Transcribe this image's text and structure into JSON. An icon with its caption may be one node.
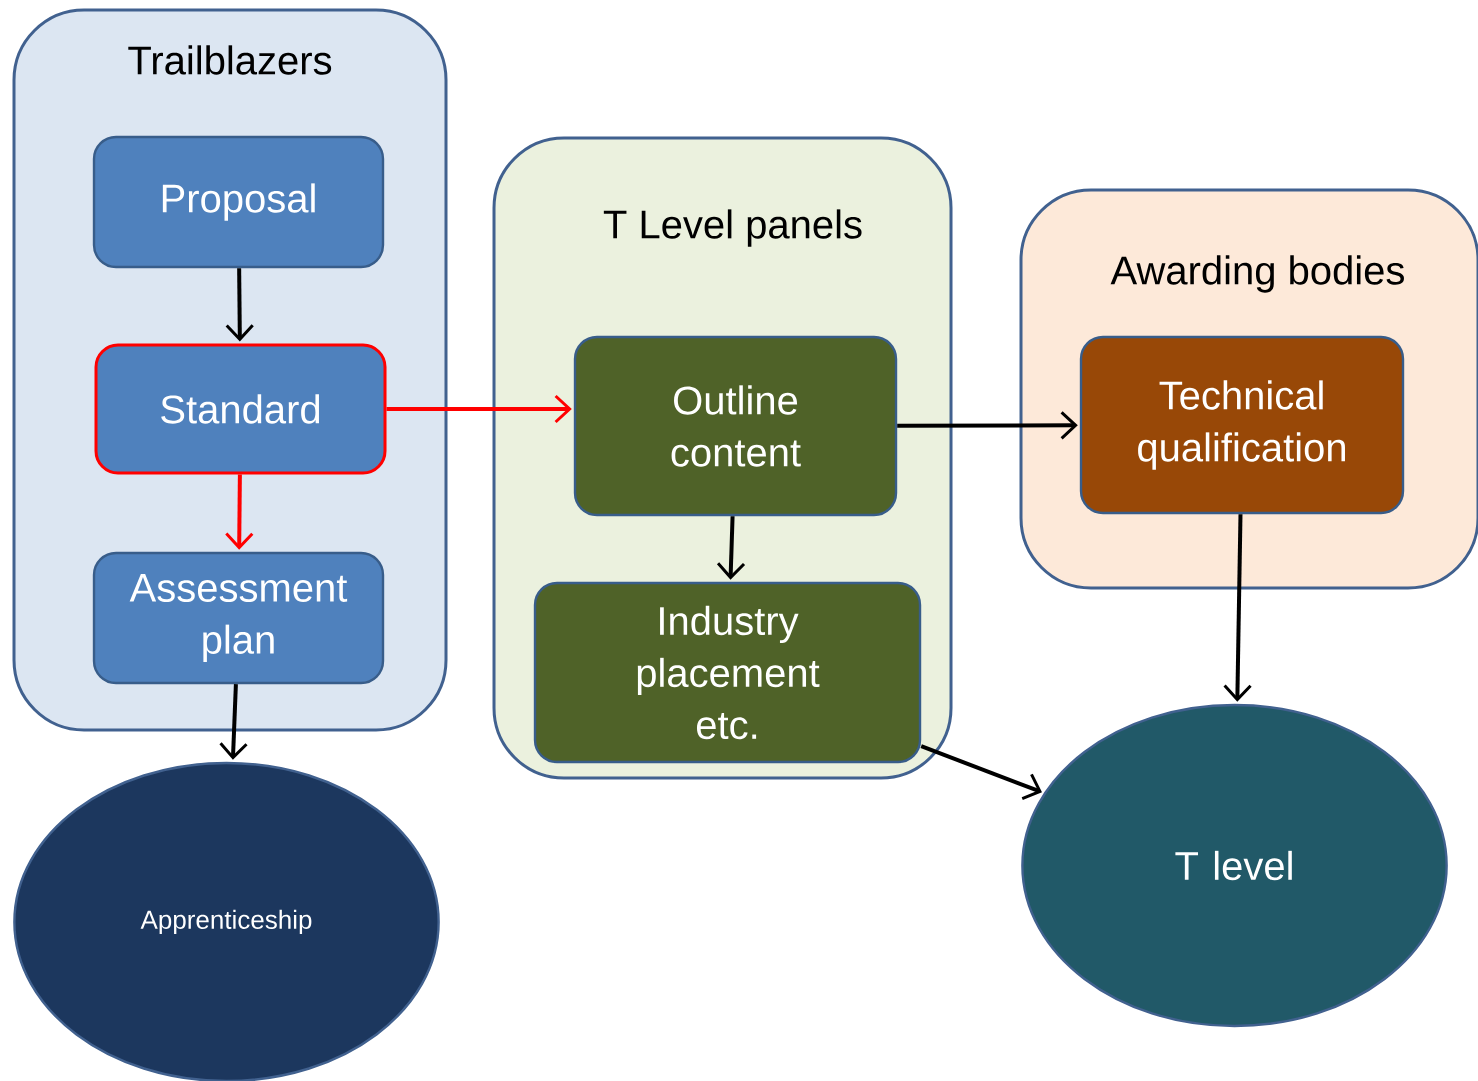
{
  "diagram": {
    "nodes": [
      {
        "text": [
          "Trailblazers"
        ]
      },
      {
        "text": [
          "Proposal"
        ],
        "in": 0
      },
      {
        "text": [
          "Standard"
        ],
        "in": 0
      },
      {
        "text": [
          "Assessment plan"
        ],
        "in": 0
      },
      {
        "text": [
          "Apprenticeship"
        ]
      },
      {
        "text": [
          "T Level panels"
        ]
      },
      {
        "text": [
          "Outline content"
        ],
        "in": 5
      },
      {
        "text": [
          "Industry placement etc."
        ],
        "in": 5
      },
      {
        "text": [
          "Awarding bodies"
        ]
      },
      {
        "text": [
          "Technical qualification"
        ],
        "in": 8
      },
      {
        "text": [
          "T level"
        ]
      }
    ],
    "edges": [
      {
        "from": 1,
        "to": 2,
        "arrow": "to"
      },
      {
        "from": 2,
        "to": 3,
        "arrow": "to",
        "color": "#ff0000"
      },
      {
        "from": 2,
        "to": 6,
        "arrow": "to",
        "color": "#ff0000"
      },
      {
        "from": 3,
        "to": 4,
        "arrow": "to"
      },
      {
        "from": 6,
        "to": 7,
        "arrow": "to"
      },
      {
        "from": 6,
        "to": 9,
        "arrow": "to"
      },
      {
        "from": 9,
        "to": 10,
        "arrow": "to"
      },
      {
        "from": 7,
        "to": 10,
        "arrow": "to"
      }
    ]
  }
}
